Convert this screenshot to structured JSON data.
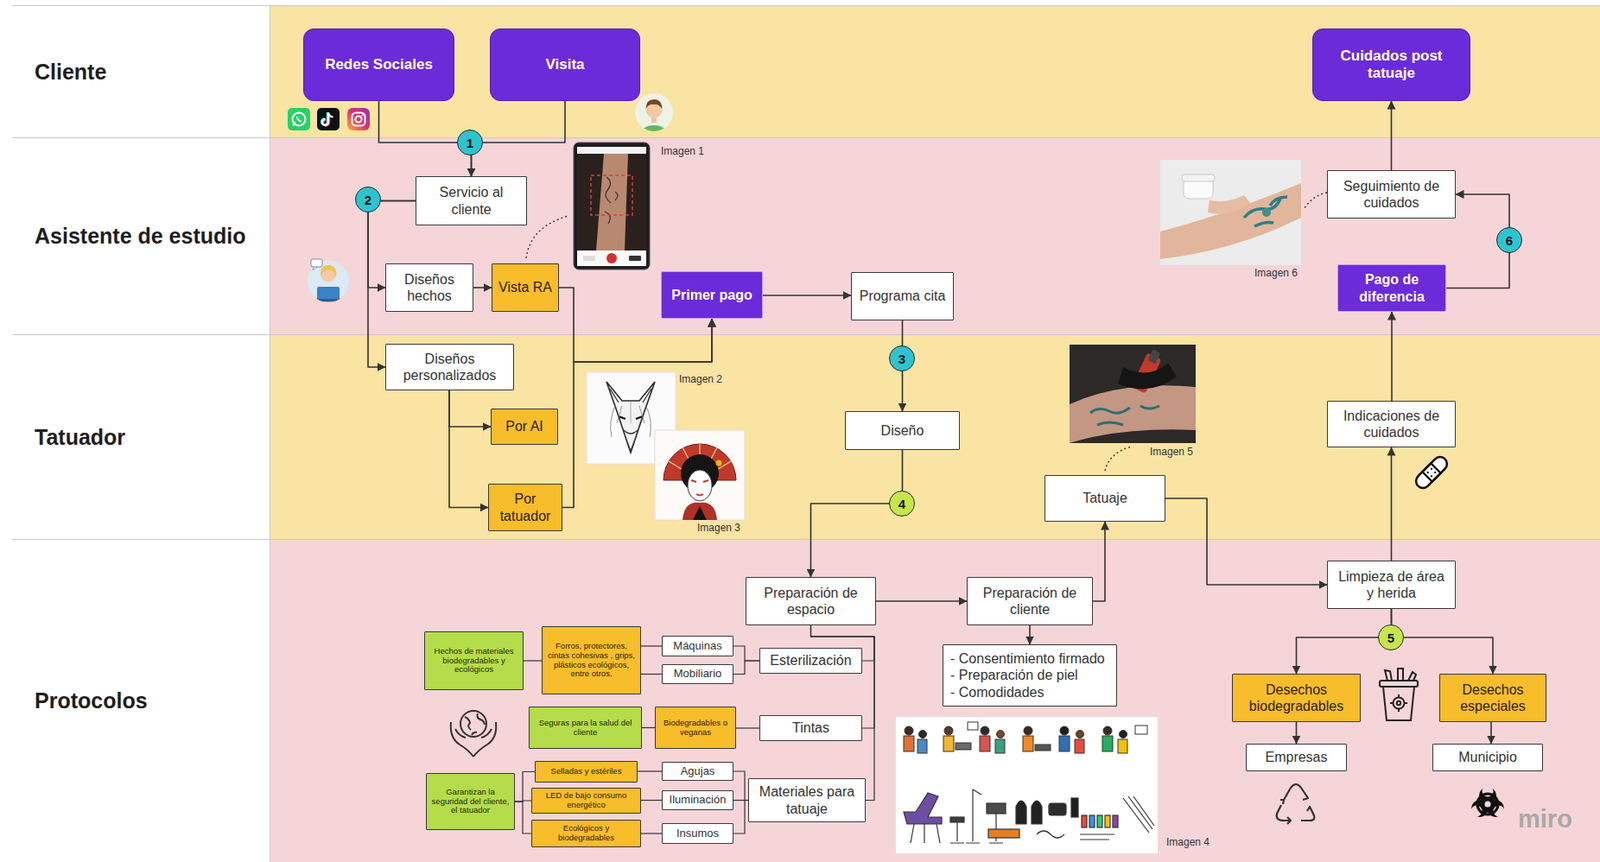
{
  "diagram": {
    "nodes": [
      {
        "text": [
          "Cliente"
        ]
      },
      {
        "text": [
          "Redes Sociales"
        ],
        "in": 0
      },
      {
        "text": [
          "Visita"
        ],
        "in": 0
      },
      {
        "text": [
          "Cuidados post tatuaje"
        ],
        "in": 0
      },
      {
        "text": [
          "Asistente de estudio"
        ]
      },
      {
        "text": [
          "Servicio al cliente"
        ],
        "in": 4
      },
      {
        "text": [
          "Diseños hechos"
        ],
        "in": 4
      },
      {
        "text": [
          "Vista RA"
        ],
        "in": 4
      },
      {
        "text": [
          "Primer pago"
        ],
        "in": 4
      },
      {
        "text": [
          "Programa cita"
        ],
        "in": 4
      },
      {
        "text": [
          "Seguimiento de cuidados"
        ],
        "in": 4
      },
      {
        "text": [
          "Pago de diferencia"
        ],
        "in": 4
      },
      {
        "text": [
          "Tatuador"
        ]
      },
      {
        "text": [
          "Diseños personalizados"
        ],
        "in": 12
      },
      {
        "text": [
          "Por AI"
        ],
        "in": 12
      },
      {
        "text": [
          "Por tatuador"
        ],
        "in": 12
      },
      {
        "text": [
          "Diseño"
        ],
        "in": 12
      },
      {
        "text": [
          "Tatuaje"
        ],
        "in": 12
      },
      {
        "text": [
          "Indicaciones de cuidados"
        ],
        "in": 12
      },
      {
        "text": [
          "Protocolos"
        ]
      },
      {
        "text": [
          "Preparación de espacio"
        ],
        "in": 19
      },
      {
        "text": [
          "Preparación de cliente"
        ],
        "in": 19
      },
      {
        "text": [
          "- Consentimiento firmado",
          "- Preparación de piel",
          "- Comodidades"
        ],
        "in": 19
      },
      {
        "text": [
          "Limpieza de área y herida"
        ],
        "in": 19
      },
      {
        "text": [
          "Esterilización"
        ],
        "in": 19
      },
      {
        "text": [
          "Tintas"
        ],
        "in": 19
      },
      {
        "text": [
          "Materiales para tatuaje"
        ],
        "in": 19
      },
      {
        "text": [
          "Máquinas"
        ],
        "in": 19
      },
      {
        "text": [
          "Mobiliario"
        ],
        "in": 19
      },
      {
        "text": [
          "Forros, protectores, cintas cohesivas , grips, plásticos ecológicos, entre otros."
        ],
        "in": 19
      },
      {
        "text": [
          "Hechos de materiales biodegradables y ecológicos"
        ],
        "in": 19
      },
      {
        "text": [
          "Biodegradables o veganas"
        ],
        "in": 19
      },
      {
        "text": [
          "Seguras para la salud del cliente"
        ],
        "in": 19
      },
      {
        "text": [
          "Agujas"
        ],
        "in": 19
      },
      {
        "text": [
          "Iluminación"
        ],
        "in": 19
      },
      {
        "text": [
          "Insumos"
        ],
        "in": 19
      },
      {
        "text": [
          "Selladas y estériles"
        ],
        "in": 19
      },
      {
        "text": [
          "LED de bajo consumo energético"
        ],
        "in": 19
      },
      {
        "text": [
          "Ecológicos y biodegradables"
        ],
        "in": 19
      },
      {
        "text": [
          "Garantizan la seguridad del cliente, el tatuador"
        ],
        "in": 19
      },
      {
        "text": [
          "Desechos biodegradables"
        ],
        "in": 19
      },
      {
        "text": [
          "Desechos especiales"
        ],
        "in": 19
      },
      {
        "text": [
          "Empresas"
        ],
        "in": 19
      },
      {
        "text": [
          "Municipio"
        ],
        "in": 19
      }
    ],
    "edges": [
      {
        "from": 1,
        "to": 5,
        "arrow": "to"
      },
      {
        "from": 2,
        "to": 5,
        "arrow": "to"
      },
      {
        "from": 5,
        "to": 6,
        "arrow": "to"
      },
      {
        "from": 5,
        "to": 13,
        "arrow": "to"
      },
      {
        "from": 6,
        "to": 7,
        "arrow": "to"
      },
      {
        "from": 13,
        "to": 14,
        "arrow": "to"
      },
      {
        "from": 13,
        "to": 15,
        "arrow": "to"
      },
      {
        "from": 7,
        "to": 8,
        "arrow": "to"
      },
      {
        "from": 15,
        "to": 8,
        "arrow": "to"
      },
      {
        "from": 8,
        "to": 9,
        "arrow": "to"
      },
      {
        "from": 9,
        "to": 16,
        "arrow": "to"
      },
      {
        "from": 16,
        "to": 20,
        "arrow": "to"
      },
      {
        "from": 20,
        "to": 21,
        "arrow": "to"
      },
      {
        "from": 21,
        "to": 17,
        "arrow": "to"
      },
      {
        "from": 21,
        "to": 22,
        "arrow": "to"
      },
      {
        "from": 17,
        "to": 23,
        "arrow": "to"
      },
      {
        "from": 23,
        "to": 18,
        "arrow": "to"
      },
      {
        "from": 18,
        "to": 11,
        "arrow": "to"
      },
      {
        "from": 11,
        "to": 10,
        "arrow": "to"
      },
      {
        "from": 10,
        "to": 3,
        "arrow": "to"
      },
      {
        "from": 23,
        "to": 40,
        "arrow": "to"
      },
      {
        "from": 23,
        "to": 41,
        "arrow": "to"
      },
      {
        "from": 40,
        "to": 42,
        "arrow": "to"
      },
      {
        "from": 41,
        "to": 43,
        "arrow": "to"
      },
      {
        "from": 20,
        "to": 24,
        "arrow": "none"
      },
      {
        "from": 20,
        "to": 25,
        "arrow": "none"
      },
      {
        "from": 20,
        "to": 26,
        "arrow": "none"
      },
      {
        "from": 24,
        "to": 27,
        "arrow": "none"
      },
      {
        "from": 24,
        "to": 28,
        "arrow": "none"
      },
      {
        "from": 27,
        "to": 29,
        "arrow": "none"
      },
      {
        "from": 28,
        "to": 29,
        "arrow": "none"
      },
      {
        "from": 29,
        "to": 30,
        "arrow": "none"
      },
      {
        "from": 25,
        "to": 31,
        "arrow": "none"
      },
      {
        "from": 31,
        "to": 32,
        "arrow": "none"
      },
      {
        "from": 26,
        "to": 33,
        "arrow": "none"
      },
      {
        "from": 26,
        "to": 34,
        "arrow": "none"
      },
      {
        "from": 26,
        "to": 35,
        "arrow": "none"
      },
      {
        "from": 33,
        "to": 36,
        "arrow": "none"
      },
      {
        "from": 34,
        "to": 37,
        "arrow": "none"
      },
      {
        "from": 35,
        "to": 38,
        "arrow": "none"
      },
      {
        "from": 36,
        "to": 39,
        "arrow": "none"
      },
      {
        "from": 37,
        "to": 39,
        "arrow": "none"
      },
      {
        "from": 38,
        "to": 39,
        "arrow": "none"
      }
    ],
    "labels": [
      "1",
      "2",
      "Imagen 1",
      "Imagen 6",
      "6",
      "3",
      "Imagen 2",
      "Imagen 5",
      "4",
      "Imagen 3",
      "5",
      "Imagen 4",
      "miro"
    ]
  }
}
